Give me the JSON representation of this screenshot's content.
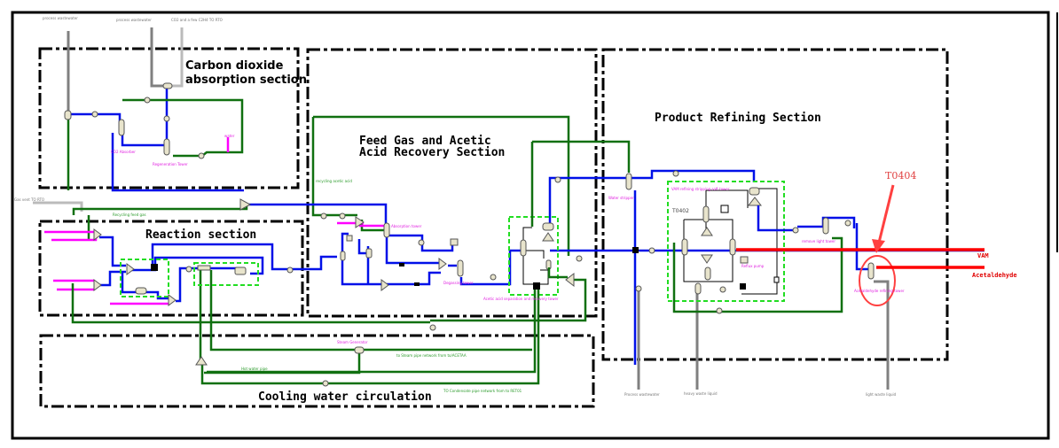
{
  "diagram": {
    "type": "process-flow-diagram",
    "sections": {
      "co2": "Carbon dioxide absorption section",
      "co2_line1": "Carbon dioxide",
      "co2_line2": "absorption section",
      "reaction": "Reaction section",
      "feed_line1": "Feed Gas and Acetic",
      "feed_line2": "Acid Recovery Section",
      "refining": "Product Refining Section",
      "cooling": "Cooling water circulation"
    },
    "annotation": {
      "label": "T0404",
      "color": "#ff4040"
    },
    "products": {
      "vam": "VAM",
      "acetaldehyde": "Acetaldehyde"
    },
    "equipment_labels": {
      "co2_absorber": "CO2 Absorber",
      "regeneration_tower": "Regeneration Tower",
      "absorption_tower": "Absorption tower",
      "degassing_tower": "Degassing tower",
      "acetic_acid_sep": "Acetic acid separation and recovery tower",
      "water_stripper": "Water stripper",
      "vam_refining": "VAM refining stripping soft tower",
      "t0402": "T0402",
      "reflux_pump": "Reflux pump",
      "remove_heavy": "remove light tower",
      "acetaldehyde_refining": "Acetaldehyde refining tower",
      "steam_generator": "Steam Generator",
      "water_label": "water"
    },
    "stream_labels": {
      "process_wastewater_top": "process wastewater",
      "process_wastewater_2": "process wastewater",
      "co2_vent": "CO2 and a few C2H4 TO RTO",
      "gas_vent": "Gas vent TO RTO",
      "recycling_feed_gas": "Recycling feed gas",
      "recycling_acetic_acid": "recycling acetic acid",
      "process_wastewater_bottom": "Process wastewater",
      "heavy_waste_liquid": "heavy waste liquid",
      "light_waste_liquid": "light waste liquid",
      "steam_pipe": "to Steam pipe network from to/ACETAA",
      "condensate_pipe": "TO Condensate pipe network from to RET01",
      "hot_water": "Hot water pipe"
    },
    "colors": {
      "process": "#0010e8",
      "water": "#107010",
      "feed": "#ff00ff",
      "waste": "#808080",
      "product": "#ff0000",
      "subsystem_box": "#22dd22"
    }
  }
}
